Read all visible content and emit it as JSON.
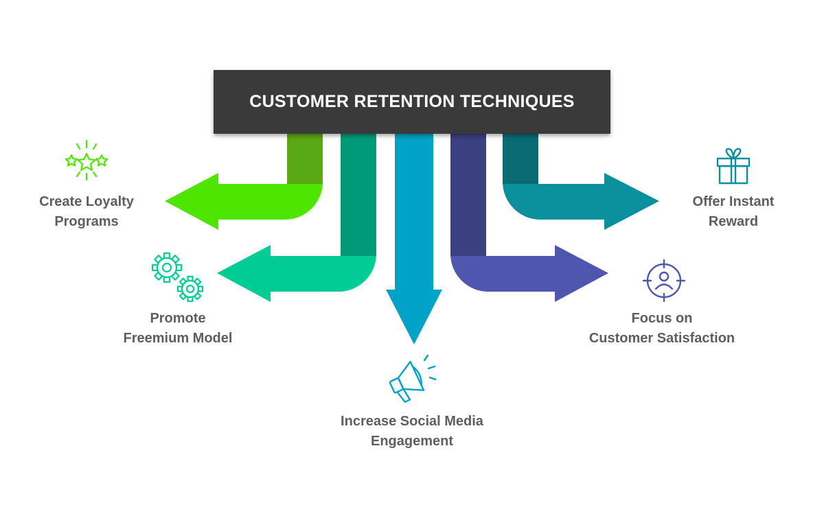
{
  "title": "CUSTOMER RETENTION TECHNIQUES",
  "colors": {
    "title_bg": "#3a3a3a",
    "loyalty": "#4ee600",
    "freemium": "#00cc96",
    "social": "#00a3c6",
    "satisfaction": "#4f56ad",
    "reward": "#0a8f9c",
    "label_text": "#5e5e5e"
  },
  "items": [
    {
      "key": "loyalty",
      "lines": [
        "Create Loyalty",
        "Programs"
      ],
      "icon": "stars-icon",
      "direction": "left"
    },
    {
      "key": "freemium",
      "lines": [
        "Promote",
        "Freemium Model"
      ],
      "icon": "gears-icon",
      "direction": "left"
    },
    {
      "key": "social",
      "lines": [
        "Increase Social Media",
        "Engagement"
      ],
      "icon": "megaphone-icon",
      "direction": "down"
    },
    {
      "key": "satisfaction",
      "lines": [
        "Focus on",
        "Customer Satisfaction"
      ],
      "icon": "target-user-icon",
      "direction": "right"
    },
    {
      "key": "reward",
      "lines": [
        "Offer Instant",
        "Reward"
      ],
      "icon": "gift-icon",
      "direction": "right"
    }
  ]
}
